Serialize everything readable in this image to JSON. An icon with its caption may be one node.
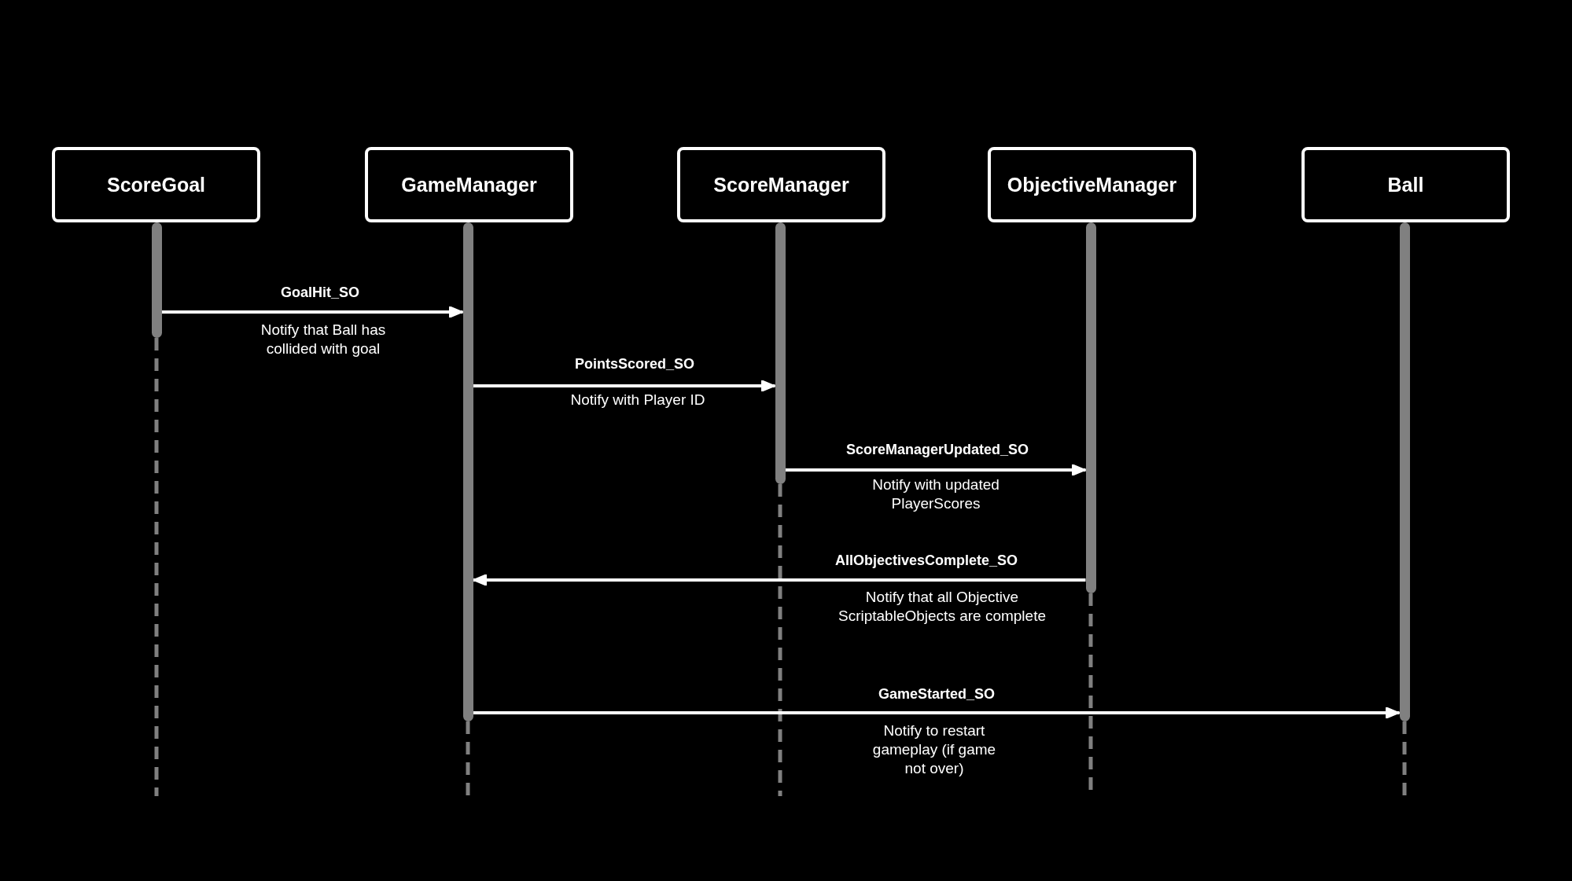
{
  "diagram": {
    "nodes": [
      {
        "text": [
          "ScoreGoal"
        ]
      },
      {
        "text": [
          "GameManager"
        ]
      },
      {
        "text": [
          "ScoreManager"
        ]
      },
      {
        "text": [
          "ObjectiveManager"
        ]
      },
      {
        "text": [
          "Ball"
        ]
      },
      {
        "text": [],
        "shape": "bar"
      },
      {
        "text": [],
        "shape": "bar"
      },
      {
        "text": [],
        "shape": "bar"
      },
      {
        "text": [],
        "shape": "bar"
      },
      {
        "text": [],
        "shape": "bar"
      }
    ],
    "edges": [
      {
        "from": 5,
        "to": 6,
        "arrow": "to",
        "label": "GoalHit_SO"
      },
      {
        "from": 6,
        "to": 7,
        "arrow": "to",
        "label": "PointsScored_SO"
      },
      {
        "from": 7,
        "to": 8,
        "arrow": "to",
        "label": "ScoreManagerUpdated_SO"
      },
      {
        "from": 8,
        "to": 6,
        "arrow": "to",
        "label": "AllObjectivesComplete_SO"
      },
      {
        "from": 6,
        "to": 9,
        "arrow": "to",
        "label": "GameStarted_SO"
      }
    ],
    "labels": [
      "Notify that Ball has collided with goal",
      "Notify with Player ID",
      "Notify with updated PlayerScores",
      "Notify that all Objective ScriptableObjects are complete",
      "Notify to restart gameplay (if game not over)"
    ]
  }
}
